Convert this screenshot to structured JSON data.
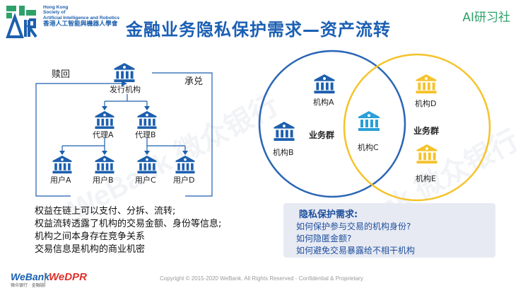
{
  "org": {
    "line1": "Hong Kong",
    "line2": "Society of",
    "line3": "Artificial Intelligence and Robotics",
    "line4": "香港人工智能與機器人學會"
  },
  "title": "金融业务隐私保护需求—资产流转",
  "brand": "AI研习社",
  "flow": {
    "issuer": "发行机构",
    "redeem": "赎回",
    "honor": "承兑",
    "agent_a": "代理A",
    "agent_b": "代理B",
    "user_a": "用户A",
    "user_b": "用户B",
    "user_c": "用户C",
    "user_d": "用户D"
  },
  "bullets": [
    "权益在链上可以支付、分拆、流转;",
    "权益流转透露了机构的交易金额、身份等信息;",
    "机构之间本身存在竞争关系",
    "交易信息是机构的商业机密"
  ],
  "venn": {
    "inst_a": "机构A",
    "inst_b": "机构B",
    "inst_c": "机构C",
    "inst_d": "机构D",
    "inst_e": "机构E",
    "group_left": "业务群",
    "group_right": "业务群"
  },
  "requirements": {
    "heading": "隐私保护需求:",
    "items": [
      "如何保护参与交易的机构身份?",
      "如何隐匿金额?",
      "如何避免交易暴露给不相干机构"
    ]
  },
  "watermark": "WeBank 微众银行",
  "footer": {
    "copyright": "Copyright © 2015-2020 WeBank. All Rights Reserved - Confidential & Proprietary",
    "webank": "WeBank",
    "webank_sub": "微众银行 · 金融链",
    "wedpr": "WeDPR"
  },
  "colors": {
    "blue": "#1d5fae",
    "cyan": "#2a9fd8",
    "gold": "#f5c32c",
    "green": "#2ea16a"
  }
}
